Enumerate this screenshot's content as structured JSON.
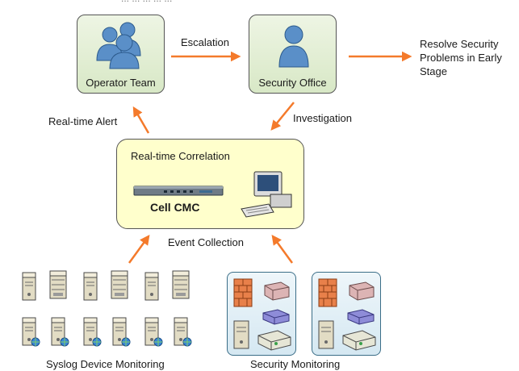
{
  "header": {
    "title_fragment": "... ... ... ... ..."
  },
  "nodes": {
    "operator_team": "Operator Team",
    "security_office": "Security Office",
    "outcome": "Resolve Security Problems in Early Stage",
    "correlation_title": "Real-time Correlation",
    "cell_cmc": "Cell CMC"
  },
  "edges": {
    "escalation": "Escalation",
    "realtime_alert": "Real-time Alert",
    "investigation": "Investigation",
    "event_collection": "Event Collection"
  },
  "groups": {
    "syslog": "Syslog Device Monitoring",
    "security": "Security Monitoring"
  },
  "colors": {
    "arrow": "#f47a2b",
    "node_fill": "#e3eed6",
    "correlation_fill": "#ffffcc",
    "panel_fill": "#ddecf4"
  },
  "icons": [
    "user-group-icon",
    "user-icon",
    "rack-appliance-icon",
    "workstation-icon",
    "server-icon",
    "firewall-icon",
    "router-icon",
    "switch-icon",
    "globe-icon"
  ]
}
